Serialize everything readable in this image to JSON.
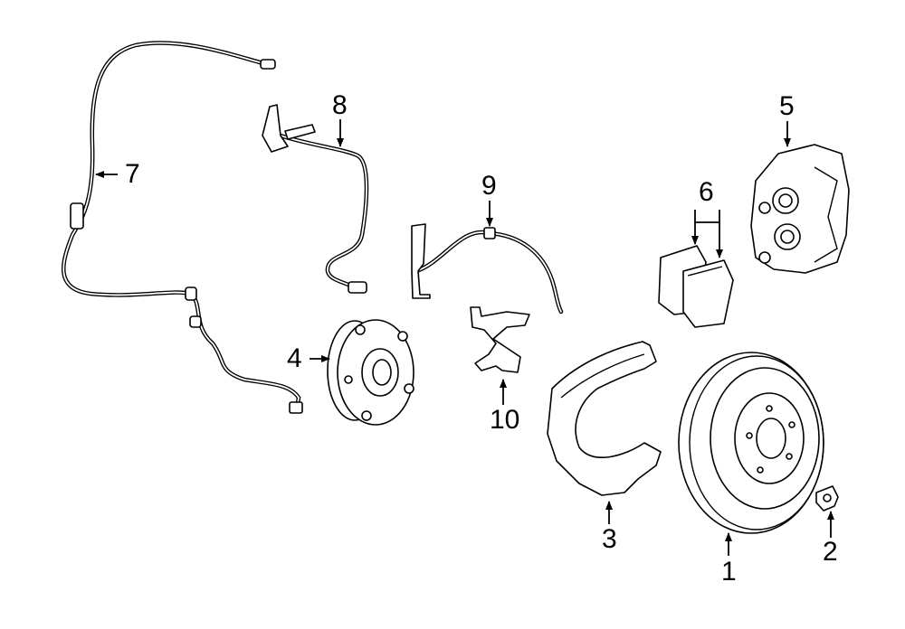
{
  "callouts": [
    {
      "id": "1",
      "label": "1",
      "part": "rotor"
    },
    {
      "id": "2",
      "label": "2",
      "part": "rotor-screw"
    },
    {
      "id": "3",
      "label": "3",
      "part": "splash-shield"
    },
    {
      "id": "4",
      "label": "4",
      "part": "hub-bearing"
    },
    {
      "id": "5",
      "label": "5",
      "part": "caliper"
    },
    {
      "id": "6",
      "label": "6",
      "part": "brake-pads"
    },
    {
      "id": "7",
      "label": "7",
      "part": "abs-sensor-cable"
    },
    {
      "id": "8",
      "label": "8",
      "part": "wear-sensor"
    },
    {
      "id": "9",
      "label": "9",
      "part": "brake-hose"
    },
    {
      "id": "10",
      "label": "10",
      "part": "bracket"
    }
  ]
}
